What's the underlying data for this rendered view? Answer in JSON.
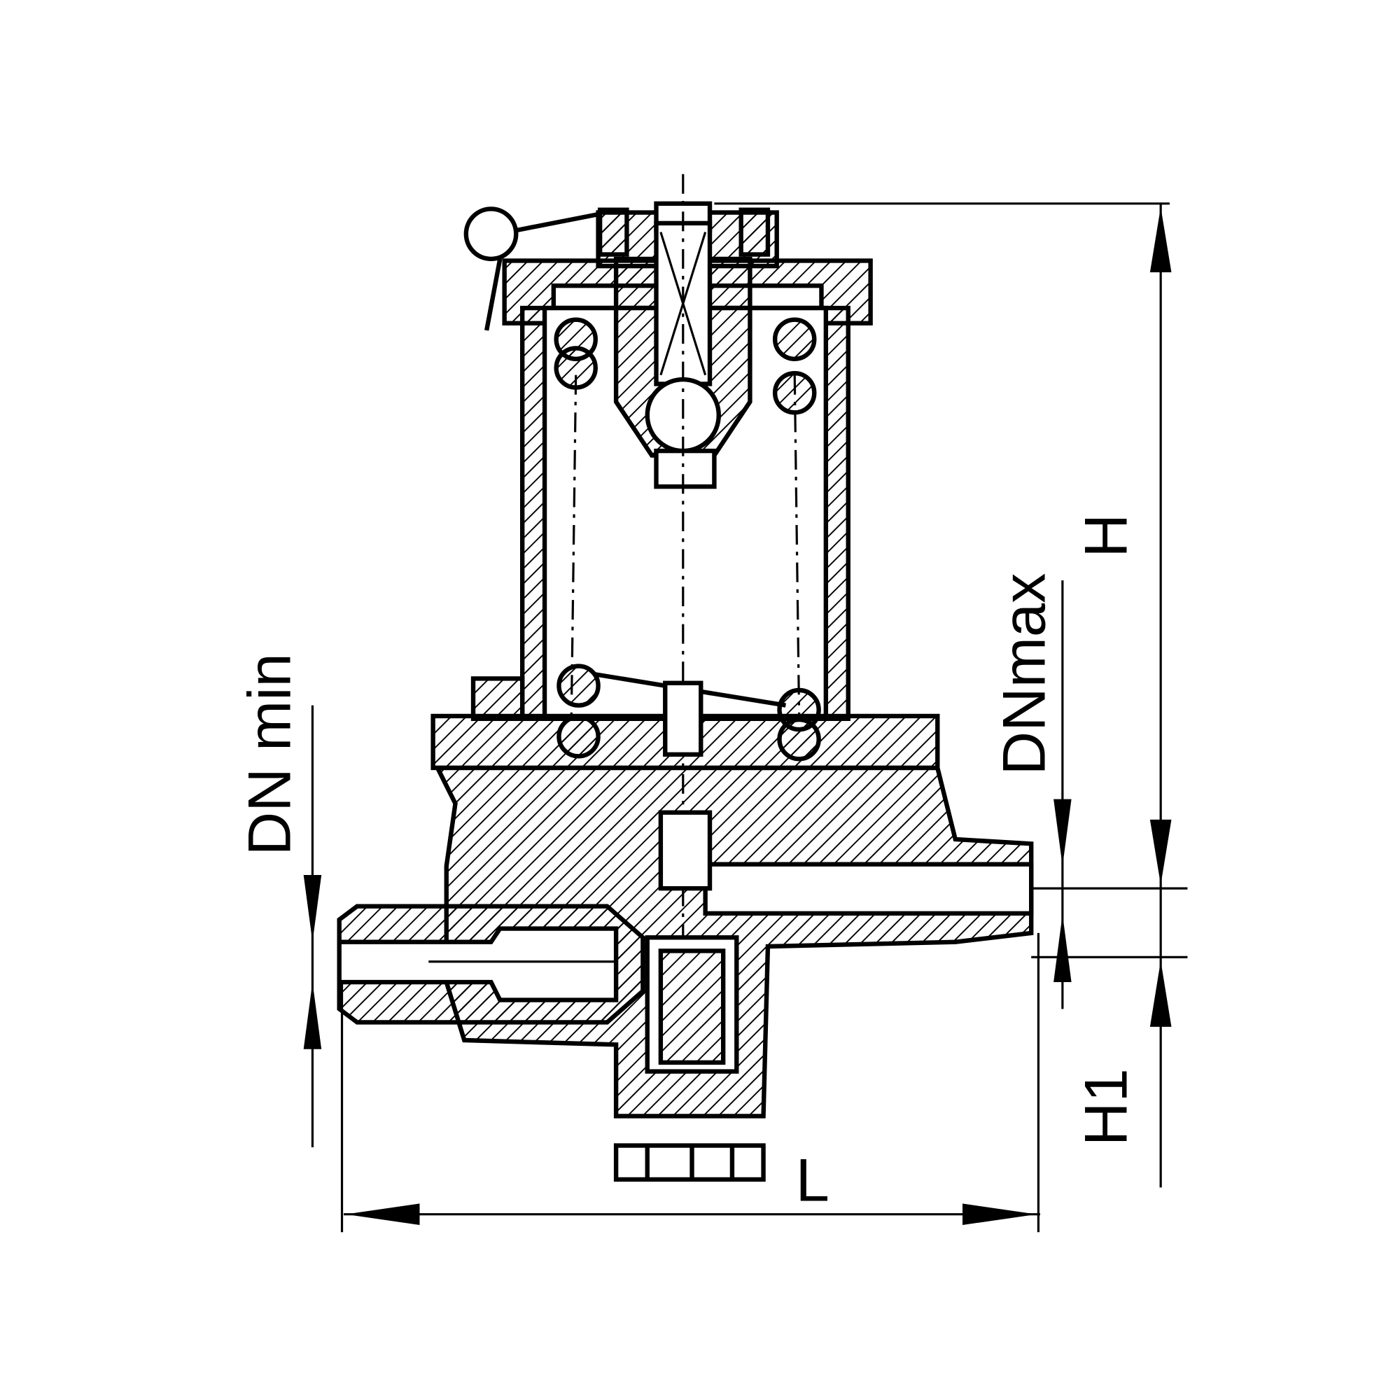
{
  "drawing": {
    "dimensions": {
      "height": "H",
      "height_lower": "H1",
      "length": "L",
      "dn_max": "DNmax",
      "dn_min": "DN min"
    }
  }
}
